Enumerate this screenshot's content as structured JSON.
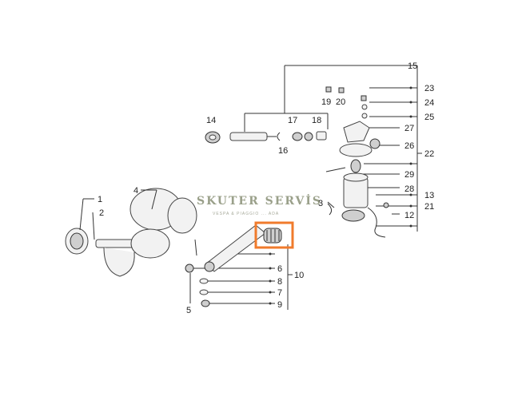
{
  "watermark": {
    "title": "SKUTER SERVİS",
    "subtitle": "VESPA & PIAGGIO ... ADA"
  },
  "highlight": {
    "color": "#f07b2c"
  },
  "callouts": {
    "c1": "1",
    "c2": "2",
    "c3": "3",
    "c4": "4",
    "c5": "5",
    "c6": "6",
    "c7": "7",
    "c8": "8",
    "c9": "9",
    "c10": "10",
    "c12": "12",
    "c13": "13",
    "c14": "14",
    "c15": "15",
    "c16": "16",
    "c17": "17",
    "c18": "18",
    "c19": "19",
    "c20": "20",
    "c21": "21",
    "c22": "22",
    "c23": "23",
    "c24": "24",
    "c25": "25",
    "c26": "26",
    "c27": "27",
    "c28": "28",
    "c29": "29"
  }
}
